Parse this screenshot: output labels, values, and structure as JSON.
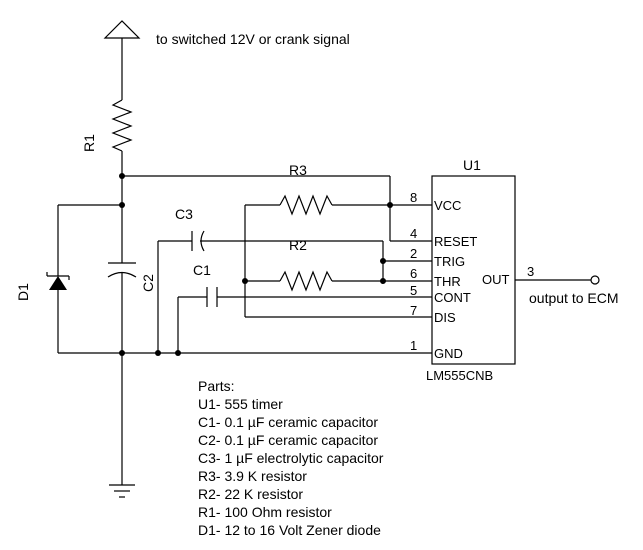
{
  "supply_note": "to switched 12V or crank signal",
  "output_note": "output to ECM",
  "ic": {
    "ref": "U1",
    "part": "LM555CNB",
    "pins": [
      {
        "num": "8",
        "name": "VCC"
      },
      {
        "num": "4",
        "name": "RESET"
      },
      {
        "num": "2",
        "name": "TRIG"
      },
      {
        "num": "6",
        "name": "THR"
      },
      {
        "num": "5",
        "name": "CONT"
      },
      {
        "num": "7",
        "name": "DIS"
      },
      {
        "num": "1",
        "name": "GND"
      },
      {
        "num": "3",
        "name": "OUT"
      }
    ]
  },
  "components": {
    "r1": "R1",
    "r2": "R2",
    "r3": "R3",
    "c1": "C1",
    "c2": "C2",
    "c3": "C3",
    "d1": "D1"
  },
  "parts_list": {
    "heading": "Parts:",
    "items": [
      "U1- 555 timer",
      "C1- 0.1 µF ceramic capacitor",
      "C2- 0.1 µF ceramic capacitor",
      "C3- 1 µF electrolytic capacitor",
      "R3- 3.9 K resistor",
      "R2- 22 K resistor",
      "R1- 100 Ohm resistor",
      "D1- 12 to 16 Volt Zener diode"
    ]
  }
}
